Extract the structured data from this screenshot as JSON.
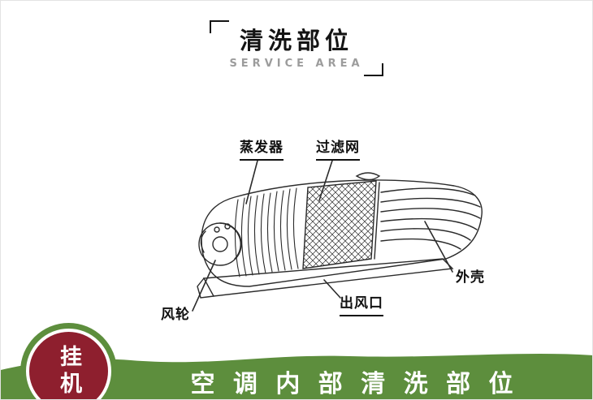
{
  "header": {
    "title": "清洗部位",
    "subtitle": "SERVICE AREA"
  },
  "diagram": {
    "labels": {
      "evaporator": "蒸发器",
      "filter": "过滤网",
      "shell": "外壳",
      "fan_wheel": "风轮",
      "air_outlet": "出风口"
    }
  },
  "badge": {
    "text": "挂机"
  },
  "banner": {
    "text": "空 调 内 部 清 洗 部 位"
  },
  "colors": {
    "banner_green": "#5d8e3d",
    "badge_red": "#8e1f2e",
    "line_black": "#2b2b2b",
    "subtitle_gray": "#9c9c9c"
  }
}
